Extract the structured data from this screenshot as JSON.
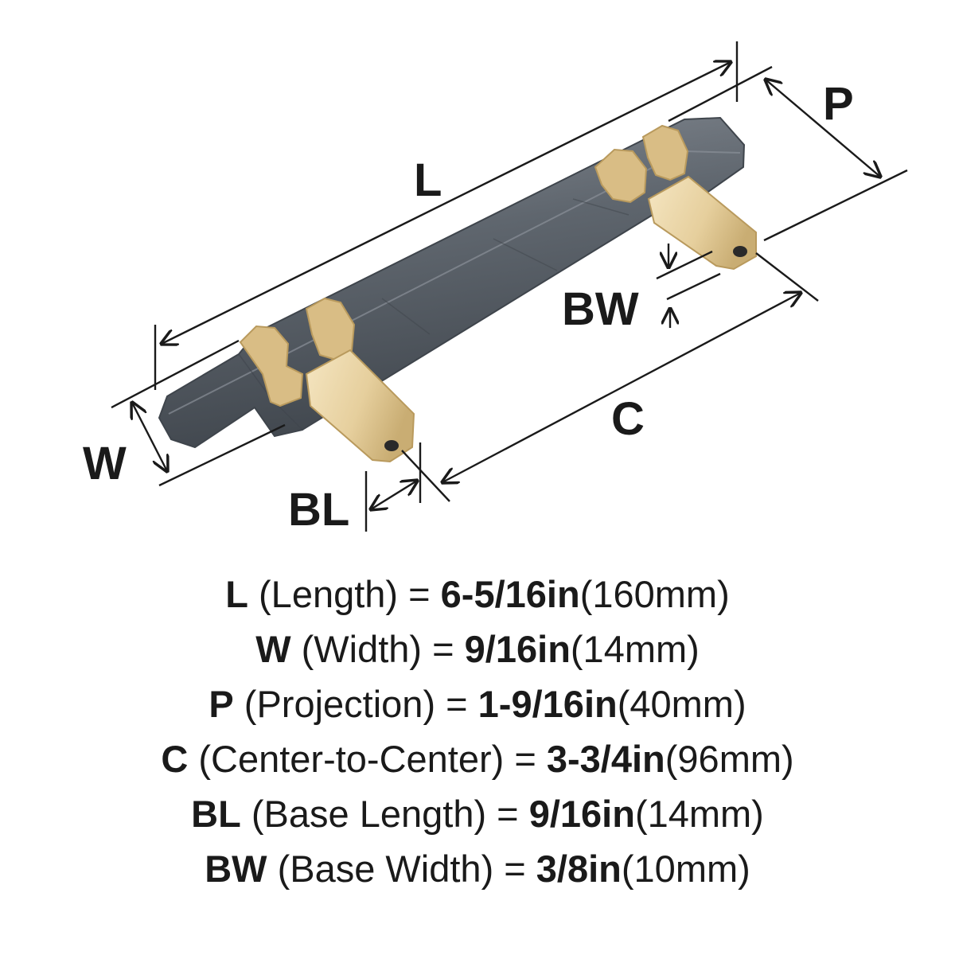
{
  "diagram": {
    "labels": {
      "L": "L",
      "P": "P",
      "BW": "BW",
      "W": "W",
      "C": "C",
      "BL": "BL"
    },
    "colors": {
      "bar": "#5f666e",
      "bar_dark": "#3f454c",
      "bar_light": "#8a9098",
      "brass": "#e6cf9d",
      "brass_dark": "#b99a5d",
      "brass_light": "#f5e6c2",
      "line": "#1a1a1a"
    }
  },
  "specs": [
    {
      "code": "L",
      "desc": " (Length) = ",
      "imperial": "6-5/16in",
      "metric": "(160mm)"
    },
    {
      "code": "W",
      "desc": " (Width) = ",
      "imperial": "9/16in",
      "metric": "(14mm)"
    },
    {
      "code": "P",
      "desc": " (Projection) = ",
      "imperial": "1-9/16in",
      "metric": "(40mm)"
    },
    {
      "code": "C",
      "desc": " (Center-to-Center) = ",
      "imperial": "3-3/4in",
      "metric": "(96mm)"
    },
    {
      "code": "BL",
      "desc": " (Base Length) = ",
      "imperial": "9/16in",
      "metric": "(14mm)"
    },
    {
      "code": "BW",
      "desc": " (Base Width) = ",
      "imperial": "3/8in",
      "metric": "(10mm)"
    }
  ]
}
